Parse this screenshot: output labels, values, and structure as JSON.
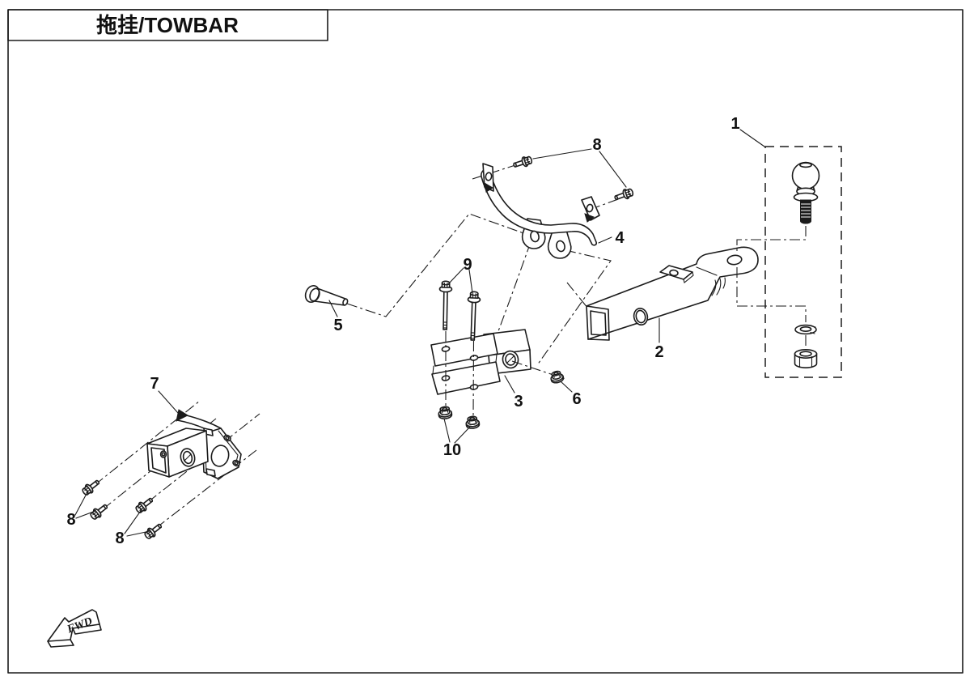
{
  "page": {
    "title": "拖挂/TOWBAR",
    "fwd_label": "FWD"
  },
  "callouts": [
    {
      "ref": "1"
    },
    {
      "ref": "2"
    },
    {
      "ref": "3"
    },
    {
      "ref": "4"
    },
    {
      "ref": "5"
    },
    {
      "ref": "6"
    },
    {
      "ref": "7"
    },
    {
      "ref": "8"
    },
    {
      "ref": "8"
    },
    {
      "ref": "8"
    },
    {
      "ref": "9"
    },
    {
      "ref": "10"
    }
  ]
}
